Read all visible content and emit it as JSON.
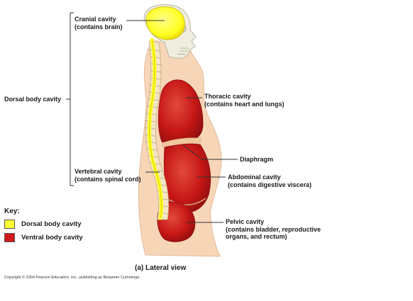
{
  "colors": {
    "dorsal": "#ffff33",
    "ventral": "#d01a1a",
    "skin": "#f7d6b8",
    "skin_outline": "#e4b897",
    "skull": "#f0ede0"
  },
  "labels": {
    "cranial": {
      "line1": "Cranial cavity",
      "line2": "(contains brain)"
    },
    "dorsal": {
      "line1": "Dorsal body cavity"
    },
    "thoracic": {
      "line1": "Thoracic cavity",
      "line2": "(contains heart and lungs)"
    },
    "diaphragm": {
      "line1": "Diaphragm"
    },
    "vertebral": {
      "line1": "Vertebral cavity",
      "line2": "(contains spinal cord)"
    },
    "abdominal": {
      "line1": "Abdominal cavity",
      "line2": "(contains digestive viscera)"
    },
    "pelvic": {
      "line1": "Pelvic cavity",
      "line2": "(contains bladder, reproductive",
      "line3": "organs, and rectum)"
    }
  },
  "key": {
    "title": "Key:",
    "items": [
      {
        "label": "Dorsal body cavity",
        "color": "#ffff33"
      },
      {
        "label": "Ventral body cavity",
        "color": "#d01a1a"
      }
    ]
  },
  "caption": "(a)  Lateral view",
  "copyright": "Copyright © 2004 Pearson Education, Inc., publishing as Benjamin Cummings."
}
